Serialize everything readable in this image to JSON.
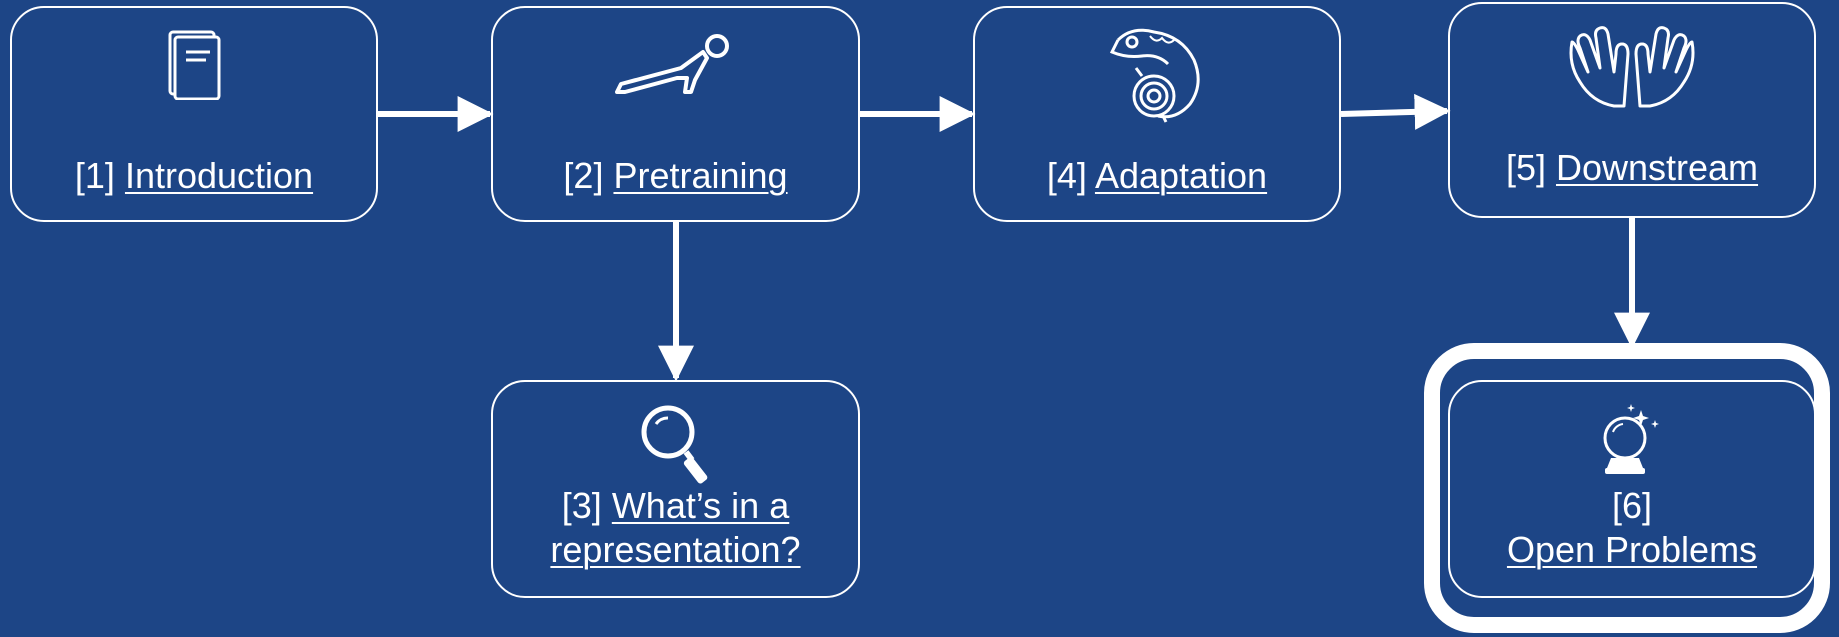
{
  "diagram": {
    "nodes": [
      {
        "id": "introduction",
        "number": "[1]",
        "title": "Introduction",
        "icon": "book-icon"
      },
      {
        "id": "pretraining",
        "number": "[2]",
        "title": "Pretraining",
        "icon": "pushup-icon"
      },
      {
        "id": "representation",
        "number": "[3]",
        "title_line1": "What’s in a",
        "title_line2": "representation?",
        "icon": "magnifier-icon"
      },
      {
        "id": "adaptation",
        "number": "[4]",
        "title": "Adaptation",
        "icon": "chameleon-icon"
      },
      {
        "id": "downstream",
        "number": "[5]",
        "title": "Downstream",
        "icon": "hands-icon"
      },
      {
        "id": "open-problems",
        "number": "[6]",
        "title": "Open Problems",
        "icon": "crystal-ball-icon"
      }
    ],
    "edges": [
      {
        "from": "introduction",
        "to": "pretraining"
      },
      {
        "from": "pretraining",
        "to": "adaptation"
      },
      {
        "from": "adaptation",
        "to": "downstream"
      },
      {
        "from": "pretraining",
        "to": "representation"
      },
      {
        "from": "downstream",
        "to": "open-problems"
      }
    ],
    "highlighted": "open-problems",
    "colors": {
      "background": "#1d4586",
      "foreground": "#ffffff"
    }
  }
}
